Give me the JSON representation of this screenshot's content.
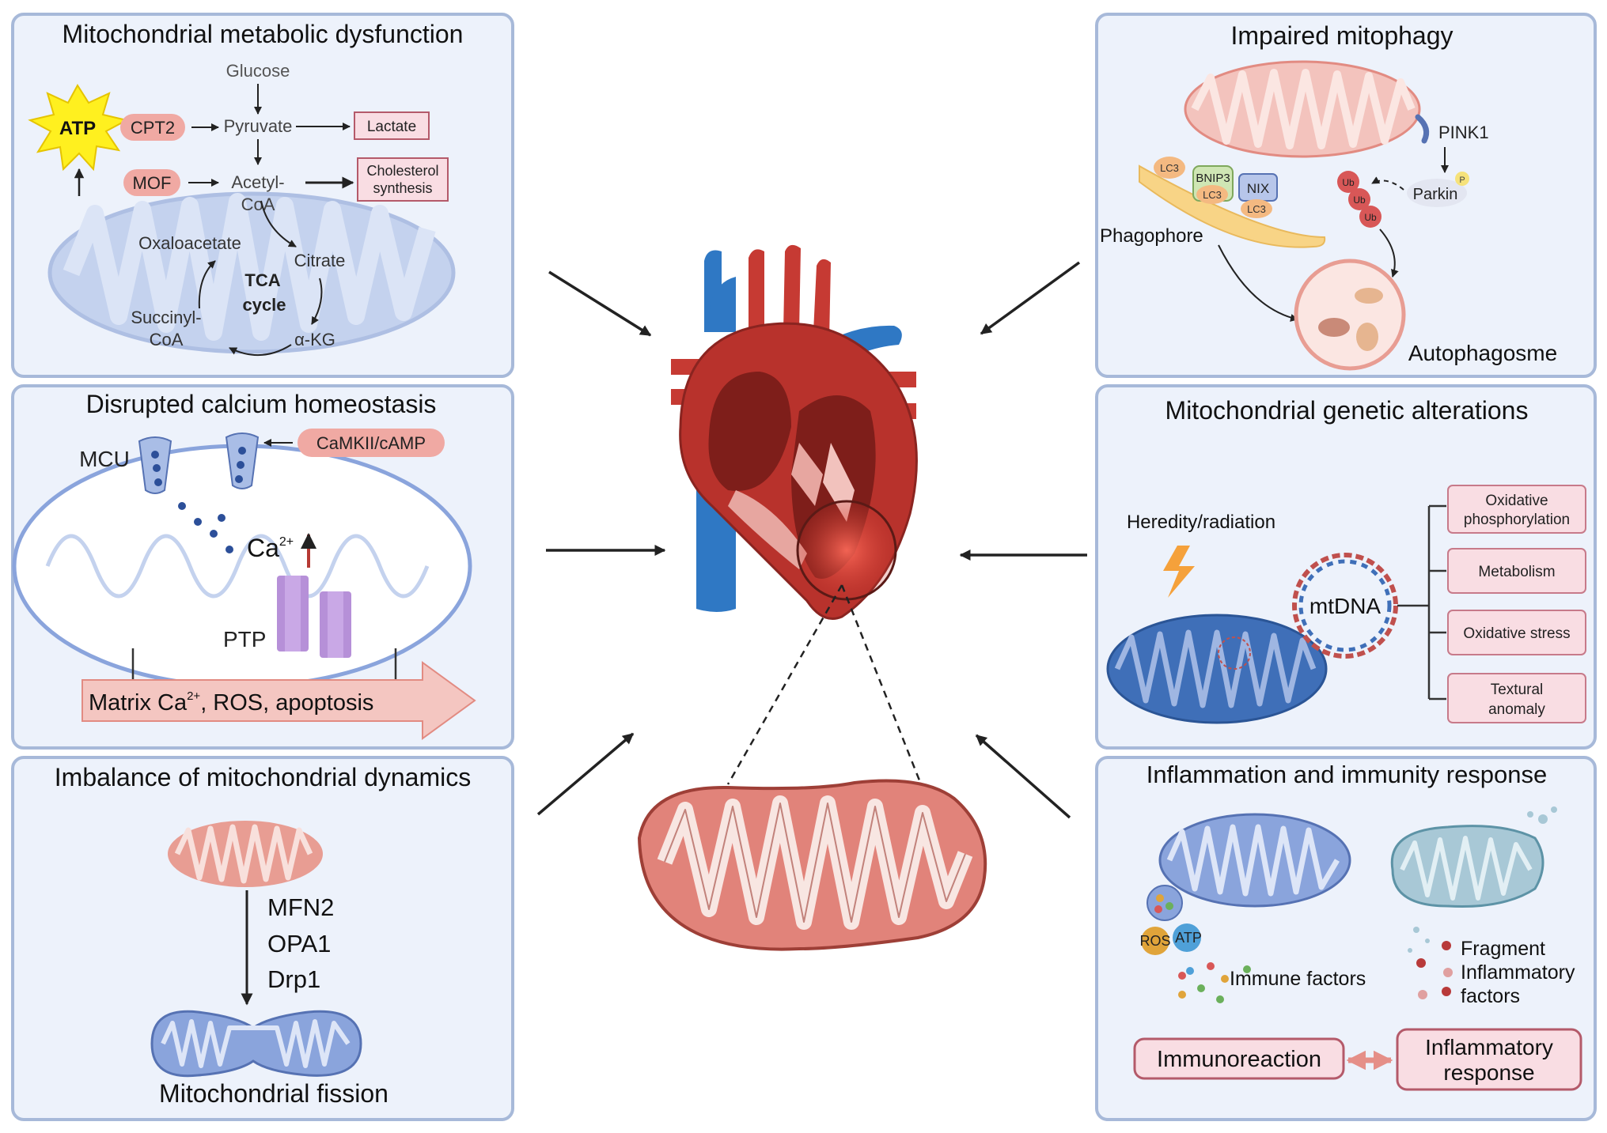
{
  "colors": {
    "panel_fill": "#edf2fb",
    "panel_border": "#a7b9d9",
    "mito_blue": "#8aa4dc",
    "mito_red": "#e28b82",
    "heart_red": "#b8322c",
    "vessel_blue": "#2f78c4",
    "arrow_red": "#c0504d",
    "atp_yellow": "#fff01f"
  },
  "center": {
    "heart_icon": "heart-cross-section-icon",
    "mito_icon": "mitochondrion-icon"
  },
  "panels": {
    "metabolic": {
      "title": "Mitochondrial metabolic dysfunction",
      "glucose": "Glucose",
      "atp": "ATP",
      "cpt2": "CPT2",
      "pyruvate": "Pyruvate",
      "lactate": "Lactate",
      "mof": "MOF",
      "acetyl1": "Acetyl-",
      "acetyl2": "CoA",
      "cholesterol1": "Cholesterol",
      "cholesterol2": "synthesis",
      "oxaloacetate": "Oxaloacetate",
      "citrate": "Citrate",
      "tca1": "TCA",
      "tca2": "cycle",
      "succinyl1": "Succinyl-",
      "succinyl2": "CoA",
      "akg": "α-KG"
    },
    "calcium": {
      "title": "Disrupted  calcium homeostasis",
      "mcu": "MCU",
      "camkii": "CaMKII/cAMP",
      "ca": "Ca",
      "ca_sup": "2+",
      "ptp": "PTP",
      "matrix_a": "Matrix Ca",
      "matrix_sup": "2+",
      "matrix_b": ", ROS, apoptosis"
    },
    "dynamics": {
      "title": "Imbalance of mitochondrial dynamics",
      "mfn2": "MFN2",
      "opa1": "OPA1",
      "drp1": "Drp1",
      "fission": "Mitochondrial fission"
    },
    "mitophagy": {
      "title": "Impaired mitophagy",
      "pink1": "PINK1",
      "bnip3": "BNIP3",
      "nix": "NIX",
      "lc3": "LC3",
      "ub": "Ub",
      "parkin": "Parkin",
      "p": "P",
      "phagophore": "Phagophore",
      "autophagosome": "Autophagosme"
    },
    "genetic": {
      "title": "Mitochondrial genetic alterations",
      "heredity": "Heredity/radiation",
      "mtdna": "mtDNA",
      "oxphos1": "Oxidative",
      "oxphos2": "phosphorylation",
      "metabolism": "Metabolism",
      "oxstress": "Oxidative stress",
      "textural1": "Textural",
      "textural2": "anomaly"
    },
    "inflammation": {
      "title": "Inflammation and immunity response",
      "ros": "ROS",
      "atp": "ATP",
      "immune": "Immune  factors",
      "fragment": "Fragment",
      "inflam1": "Inflammatory",
      "inflam2": "factors",
      "immunoreaction": "Immunoreaction",
      "response1": "Inflammatory",
      "response2": "response"
    }
  }
}
